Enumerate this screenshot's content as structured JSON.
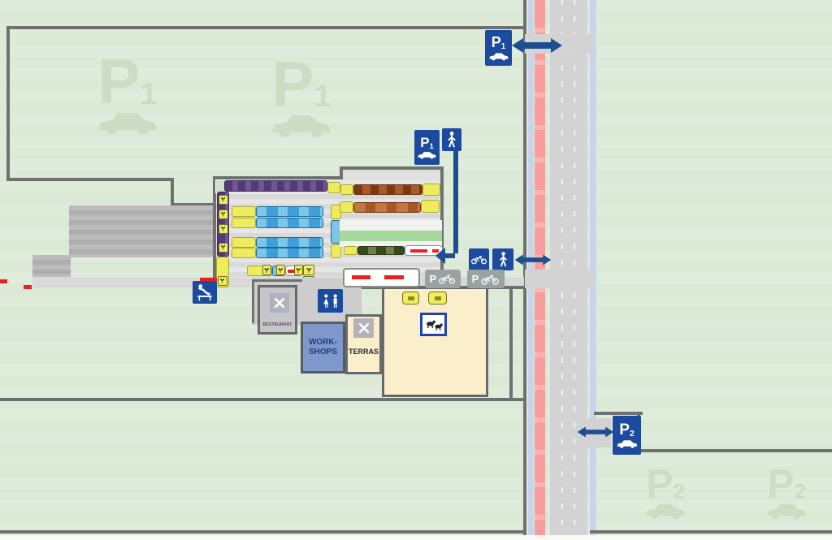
{
  "map": {
    "kind": "visitor-site-plan",
    "labels": {
      "restaurant": "RESTAURANT",
      "workshops_line1": "WORK-",
      "workshops_line2": "SHOPS",
      "terras": "TERRAS"
    },
    "parking_signs": {
      "p1_road_entrance": {
        "letter": "P",
        "number": "1"
      },
      "p1_walk_entrance": {
        "letter": "P",
        "number": "1"
      },
      "p2_entrance": {
        "letter": "P",
        "number": "2"
      },
      "moped_parking_left": {
        "letter": "P"
      },
      "moped_parking_right": {
        "letter": "P"
      }
    },
    "watermarks": {
      "p1_a": {
        "letter": "P",
        "number": "1"
      },
      "p1_b": {
        "letter": "P",
        "number": "1"
      },
      "p2_a": {
        "letter": "P",
        "number": "2"
      },
      "p2_b": {
        "letter": "P",
        "number": "2"
      }
    },
    "icons": {
      "car": "car-silhouette",
      "pedestrian": "walking-person",
      "moped": "moped-bicycle",
      "cutlery": "crossed-fork-knife",
      "toilets": "man-woman-figures",
      "baby_change": "baby-changing-station",
      "animals": "petting-animals",
      "stall_glyph": "plant-sprout",
      "double_arrow": "two-way-crossing-arrow"
    },
    "colors": {
      "background_green": "#dce9d6",
      "boundary_gray": "#6e726e",
      "road_gray": "#d3d3d3",
      "cycle_path_pink": "#f89d9d",
      "verge_lavender": "#c9d4ea",
      "sign_blue": "#1b4a9e",
      "arrow_navy": "#1d4e8f",
      "stall_yellow": "#eeec5e",
      "stall_blue": "#3f9fd8",
      "stall_purple": "#6f5496",
      "stall_brown": "#b06030",
      "stall_olive": "#6f8044",
      "band_green": "#a6d89e",
      "building_cream": "#fbeecb",
      "workshops_blue": "#7e98cc",
      "accent_red": "#e82222"
    }
  }
}
